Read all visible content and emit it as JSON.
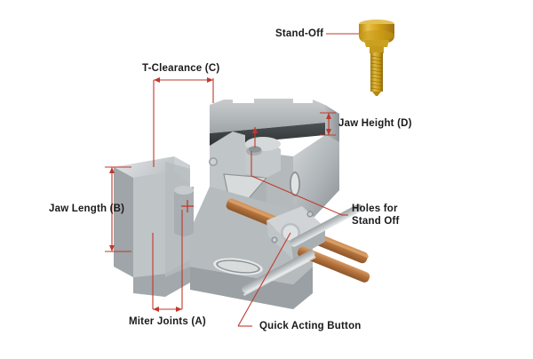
{
  "figure": {
    "subject": "Right-angle welding vise with gold stand-off thumbscrew",
    "background_color": "#ffffff",
    "leader_color": "#c0392b",
    "label_color": "#1a1a1a",
    "body_color": "#a9aeb0",
    "screw_color": "#b5753f",
    "handle_color": "#c8ccce",
    "standoff_color": "#d4a017"
  },
  "annotations": [
    {
      "id": "t-clearance",
      "label": "T-Clearance (C)",
      "type": "dimension",
      "orientation": "horizontal"
    },
    {
      "id": "jaw-height",
      "label": "Jaw Height (D)",
      "type": "dimension",
      "orientation": "vertical"
    },
    {
      "id": "jaw-length",
      "label": "Jaw Length (B)",
      "type": "dimension",
      "orientation": "vertical"
    },
    {
      "id": "miter-joints",
      "label": "Miter Joints (A)",
      "type": "dimension",
      "orientation": "horizontal"
    },
    {
      "id": "stand-off",
      "label": "Stand-Off",
      "type": "callout"
    },
    {
      "id": "holes-for-standoff",
      "label": "Holes for",
      "label2": "Stand Off",
      "type": "callout"
    },
    {
      "id": "quick-acting",
      "label": "Quick Acting Button",
      "type": "callout"
    }
  ]
}
